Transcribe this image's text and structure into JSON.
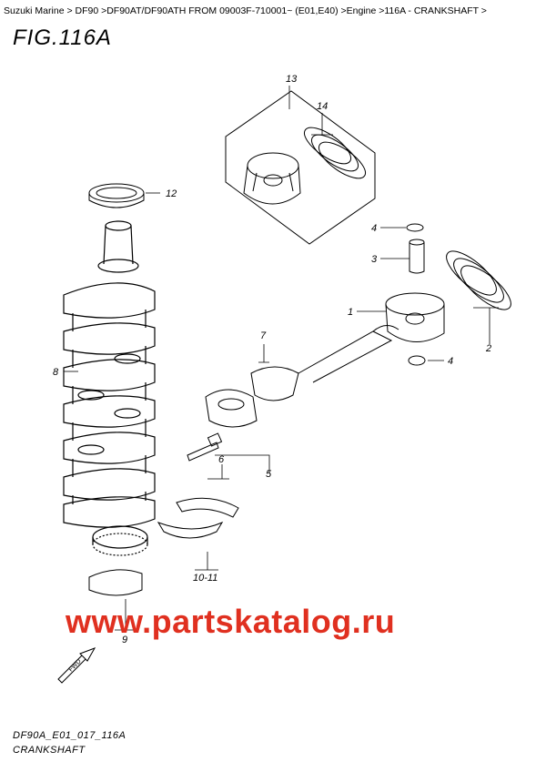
{
  "breadcrumb": "Suzuki Marine > DF90 >DF90AT/DF90ATH FROM 09003F-710001~ (E01,E40) >Engine >116A - CRANKSHAFT >",
  "figure_title": "FIG.116A",
  "watermark": "www.partskatalog.ru",
  "fwd_label": "FWD",
  "footer": {
    "code": "DF90A_E01_017_116A",
    "name": "CRANKSHAFT"
  },
  "callouts": {
    "c1": "1",
    "c2": "2",
    "c3": "3",
    "c4a": "4",
    "c4b": "4",
    "c5": "5",
    "c6": "6",
    "c7": "7",
    "c8": "8",
    "c9": "9",
    "c10_11": "10-11",
    "c12": "12",
    "c13": "13",
    "c14": "14"
  }
}
